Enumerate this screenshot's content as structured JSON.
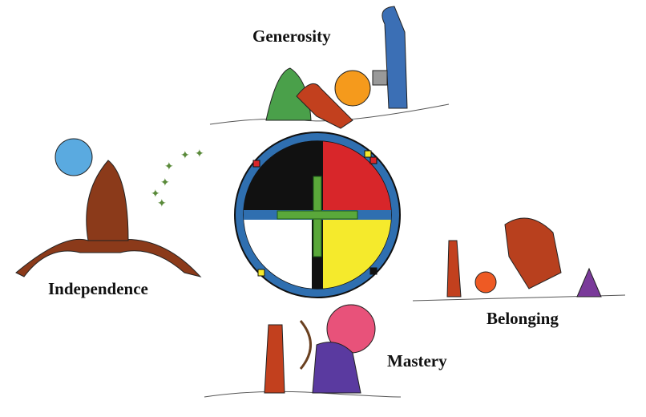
{
  "labels": {
    "generosity": "Generosity",
    "independence": "Independence",
    "belonging": "Belonging",
    "mastery": "Mastery"
  },
  "colors": {
    "quadrant_top_left": "#111111",
    "quadrant_top_right": "#d8262a",
    "quadrant_bottom_left": "#ffffff",
    "quadrant_bottom_right": "#f5ea2c",
    "cross": "#5aa83a",
    "ring": "#2f6fb0",
    "sun_generosity": "#f59a1c",
    "sun_independence": "#5aaae0",
    "sun_belonging": "#ee5a24",
    "sun_mastery": "#e8527a"
  }
}
